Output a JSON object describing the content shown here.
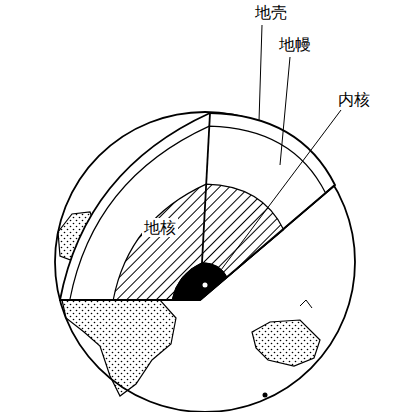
{
  "diagram": {
    "labels": [
      "地壳",
      "地幔",
      "内核",
      "地核"
    ]
  }
}
